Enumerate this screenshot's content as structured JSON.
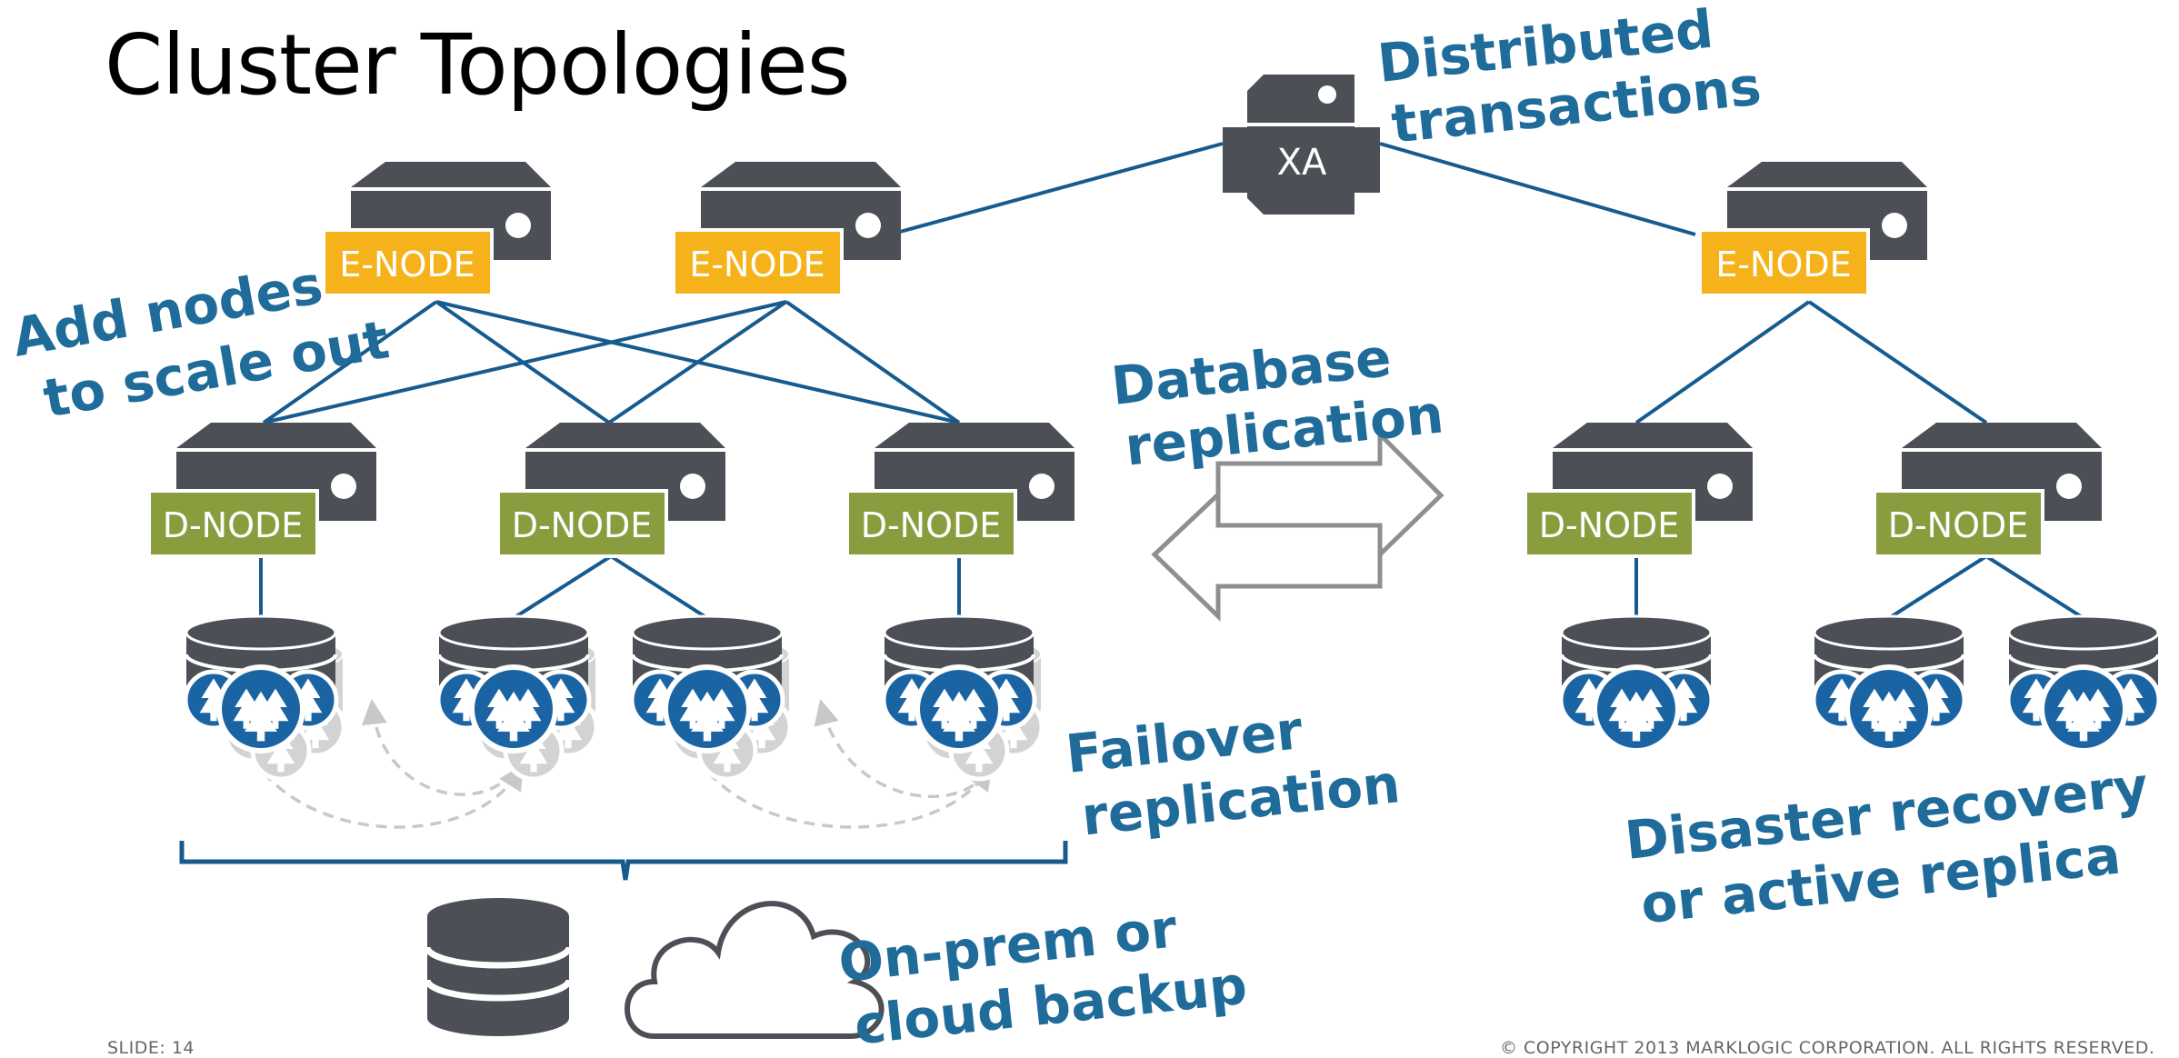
{
  "title": "Cluster Topologies",
  "colors": {
    "server": "#4d4f57",
    "enode": "#f6b21b",
    "dnode": "#899d3f",
    "line": "#175b8e",
    "callout": "#1f6b9a",
    "forest_blue": "#1b64a3",
    "replica_gray": "#d3d3d3",
    "arrow_gray": "#8f8f8f"
  },
  "icons": {
    "server": "server-icon",
    "database": "database-icon",
    "forest": "forest-icon",
    "cloud": "cloud-icon",
    "arrow": "double-arrow-icon"
  },
  "nodes": {
    "xa_label": "XA",
    "enode_label": "E-NODE",
    "dnode_label": "D-NODE"
  },
  "callouts": {
    "add_nodes": [
      "Add nodes",
      "to scale out"
    ],
    "distributed": [
      "Distributed",
      "transactions"
    ],
    "db_replication": [
      "Database",
      "replication"
    ],
    "failover": [
      "Failover",
      "replication"
    ],
    "disaster": [
      "Disaster recovery",
      "or active replica"
    ],
    "backup": [
      "On-prem or",
      "cloud backup"
    ]
  },
  "footer": {
    "slide": "SLIDE: 14",
    "copyright": "© COPYRIGHT 2013 MARKLOGIC CORPORATION. ALL RIGHTS RESERVED."
  }
}
